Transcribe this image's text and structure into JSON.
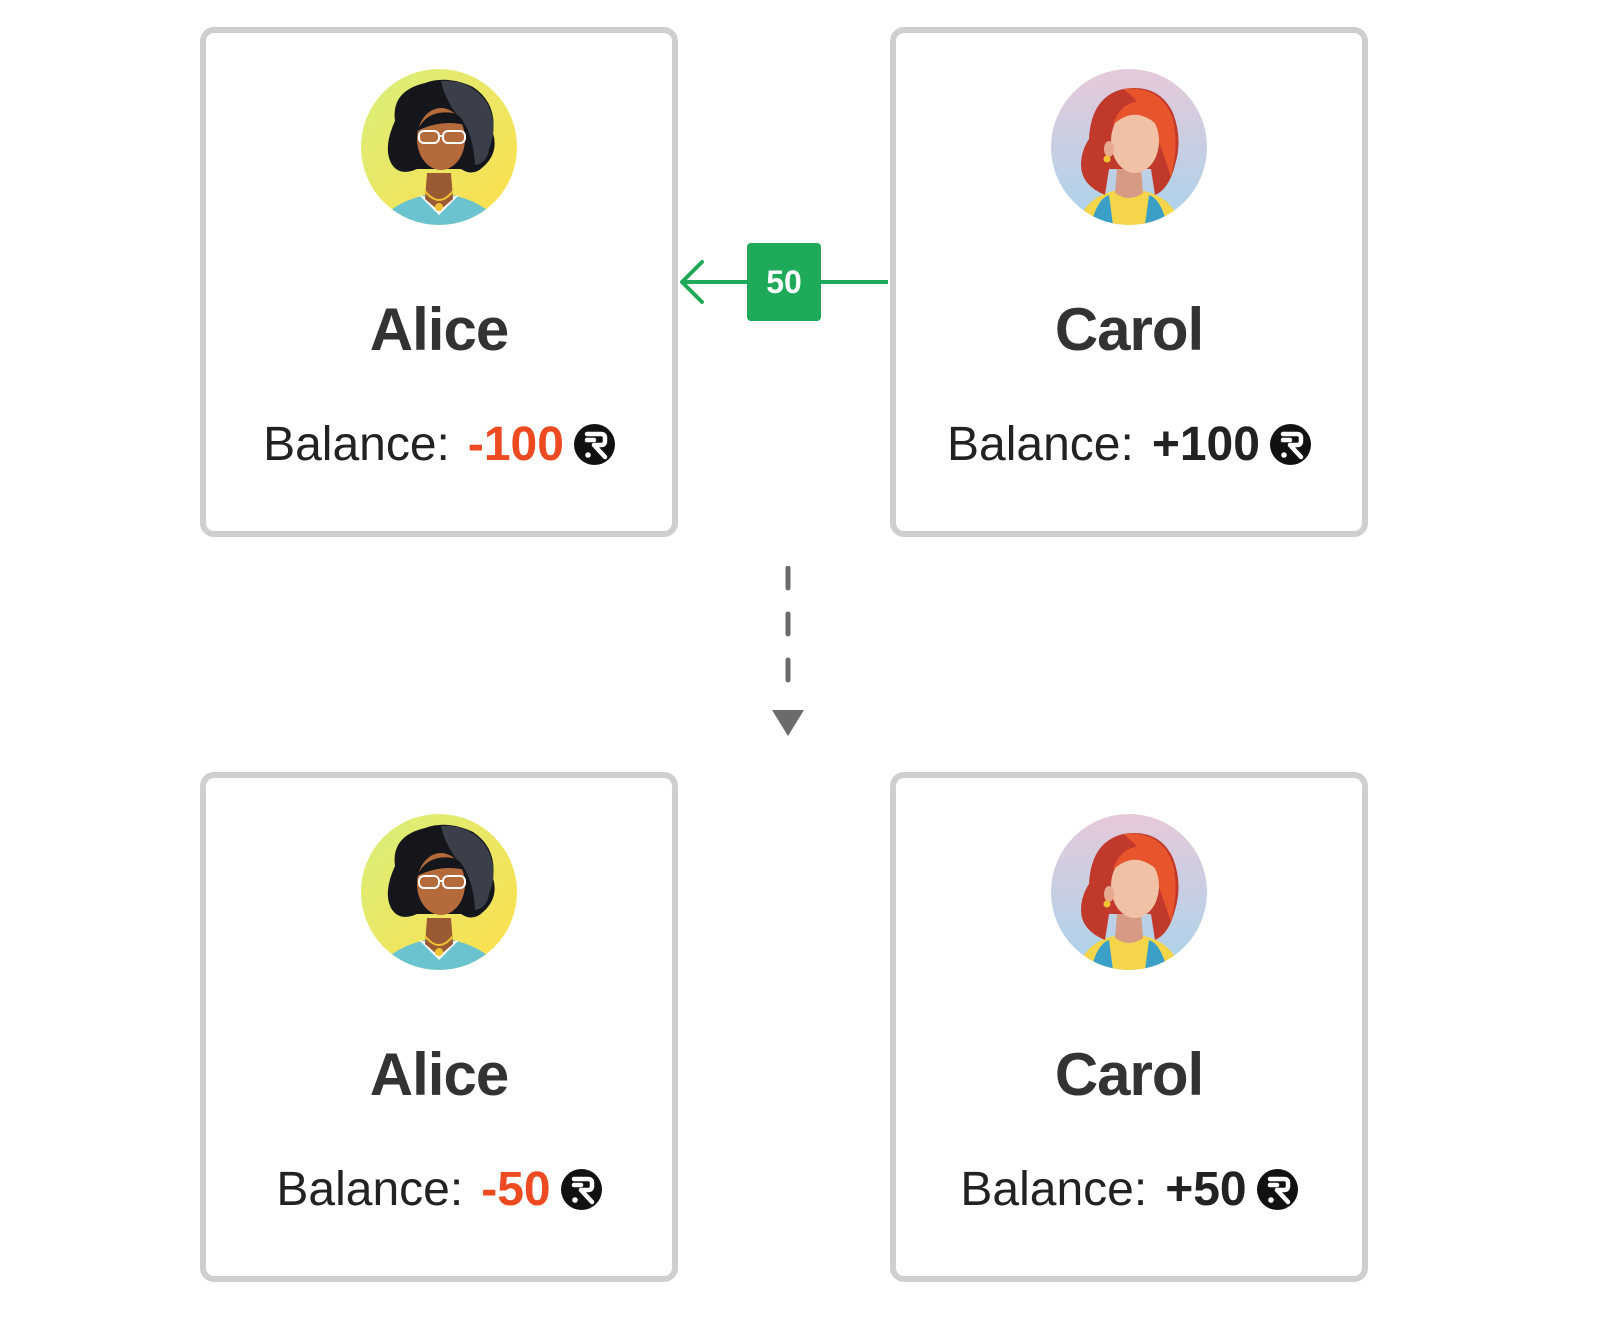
{
  "colors": {
    "negative": "#ee4a22",
    "positive": "#222222",
    "transfer": "#1faa59",
    "border": "#cfcfcf",
    "flow_arrow": "#6b6b6b"
  },
  "before": {
    "alice": {
      "name": "Alice",
      "balance_label": "Balance:",
      "balance_value": "-100",
      "avatar": "alice-avatar-icon"
    },
    "carol": {
      "name": "Carol",
      "balance_label": "Balance:",
      "balance_value": "+100",
      "avatar": "carol-avatar-icon"
    }
  },
  "transfer": {
    "amount": "50",
    "from": "Carol",
    "to": "Alice",
    "icon": "arrow-left-icon"
  },
  "after": {
    "alice": {
      "name": "Alice",
      "balance_label": "Balance:",
      "balance_value": "-50",
      "avatar": "alice-avatar-icon"
    },
    "carol": {
      "name": "Carol",
      "balance_label": "Balance:",
      "balance_value": "+50",
      "avatar": "carol-avatar-icon"
    }
  },
  "currency_icon": "currency-coin-icon"
}
